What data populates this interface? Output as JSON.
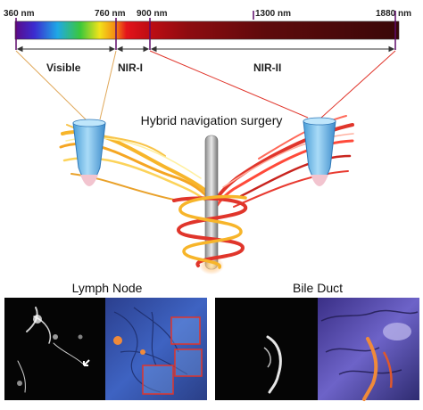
{
  "spectrum": {
    "wavelength_labels": [
      "360 nm",
      "760 nm",
      "900 nm",
      "1300 nm",
      "1880 nm"
    ],
    "bands": [
      {
        "label": "Visible"
      },
      {
        "label": "NIR-I"
      },
      {
        "label": "NIR-II"
      }
    ]
  },
  "center_title": "Hybrid navigation surgery",
  "panels": [
    {
      "title": "Lymph Node"
    },
    {
      "title": "Bile Duct"
    }
  ],
  "colors": {
    "nir_red": "#e0352b",
    "probe_blue": "#6fb8e8",
    "spectrum_end": "#3a0808"
  },
  "icons": [
    "arrow-pointer-icon"
  ]
}
